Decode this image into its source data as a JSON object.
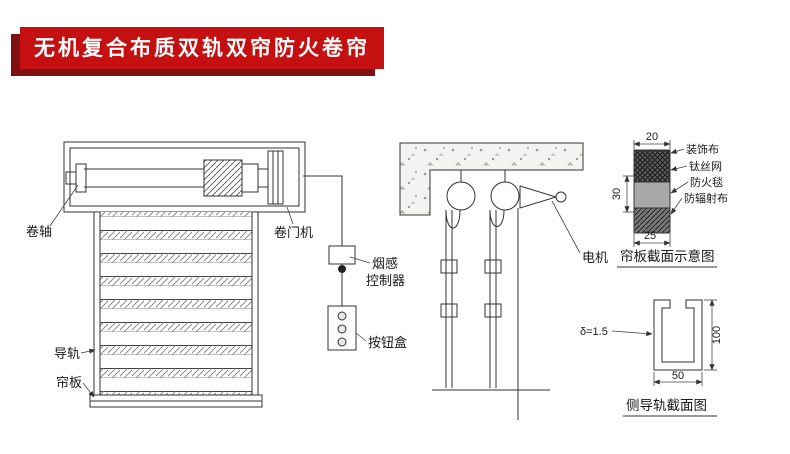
{
  "title": "无机复合布质双轨双帘防火卷帘",
  "diagram": {
    "labels": {
      "roll_shaft": "卷轴",
      "door_motor": "卷门机",
      "guide_rail": "导轨",
      "curtain_panel": "帘板",
      "smoke_line1": "烟感",
      "smoke_line2": "控制器",
      "button_box": "按钮盒",
      "motor": "电机"
    },
    "panel_section": {
      "caption": "帘板截面示意图",
      "layer_labels": [
        "装饰布",
        "钛丝网",
        "防火毯",
        "防辐射布"
      ],
      "dim_top": "20",
      "dim_side": "30",
      "dim_bottom": "25"
    },
    "rail_section": {
      "caption": "侧导轨截面图",
      "thickness": "δ=1.5",
      "dim_height": "100",
      "dim_width": "50"
    }
  },
  "colors": {
    "banner": "#c60f10",
    "banner_shadow": "#7e1012",
    "line": "#333333"
  }
}
